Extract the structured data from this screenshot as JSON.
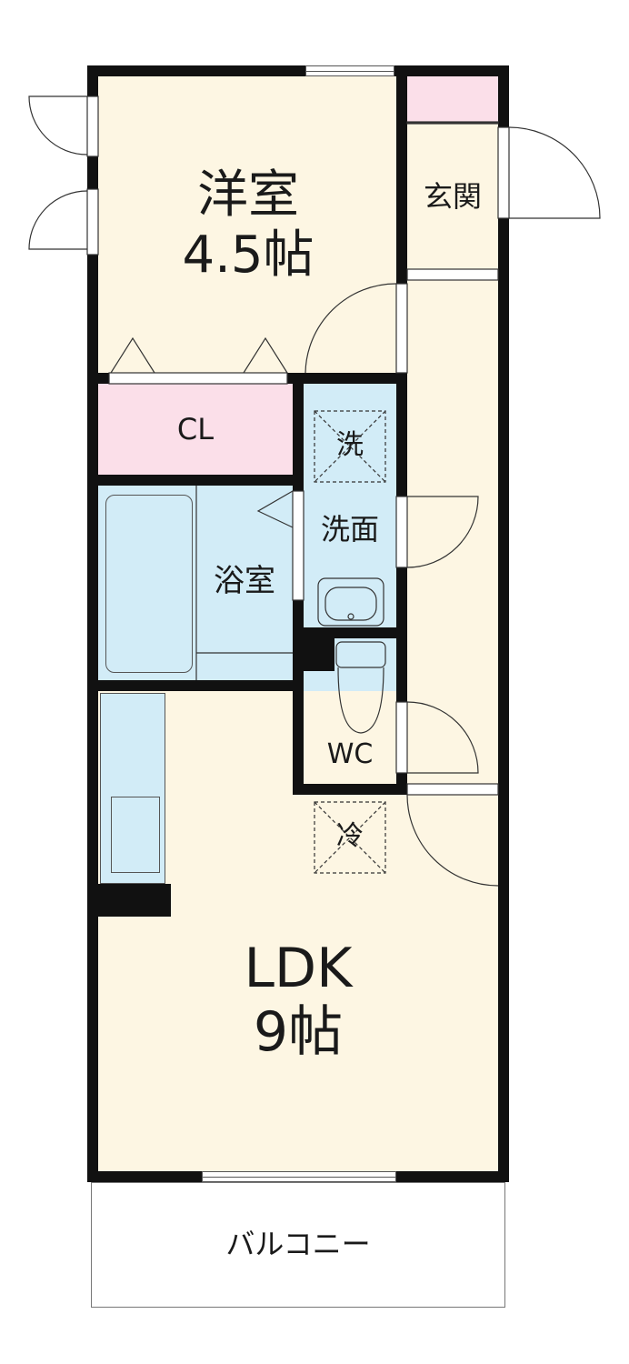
{
  "rooms": {
    "western": {
      "name": "洋室",
      "size": "4.5帖"
    },
    "entrance": {
      "name": "玄関"
    },
    "closet": {
      "name": "CL"
    },
    "washer": {
      "name": "洗"
    },
    "washroom": {
      "name": "洗面"
    },
    "bath": {
      "name": "浴室"
    },
    "toilet": {
      "name": "WC"
    },
    "fridge": {
      "name": "冷"
    },
    "ldk": {
      "name": "LDK",
      "size": "9帖"
    },
    "balcony": {
      "name": "バルコニー"
    }
  },
  "colors": {
    "floor": "#fdf6e3",
    "pink": "#fbdfe9",
    "blue": "#d2ecf7",
    "wall": "#111111"
  }
}
